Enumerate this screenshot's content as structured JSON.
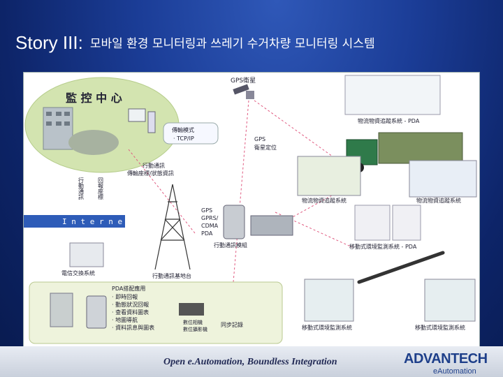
{
  "slide": {
    "title_en": "Story III:",
    "title_ko": "모바일 환경 모니터링과 쓰레기 수거차량 모니터링 시스템"
  },
  "diagram": {
    "monitoring_center": "監 控 中 心",
    "gps_satellite": "GPS衛星",
    "transmission_mode": "傳輸模式",
    "transmission_protocol": "· TCP/IP",
    "gps_positioning_line1": "GPS",
    "gps_positioning_line2": "衛星定位",
    "mobile_comm_line1": "行動通訊",
    "mobile_comm_line2": "傳輸座標/狀態資訊",
    "vertical_left": "行動通訊",
    "vertical_right": "回報座標",
    "internet": "I n t e r n e t",
    "device_line1": "GPS",
    "device_line2": "GPRS/",
    "device_line3": "CDMA",
    "device_line4": "PDA",
    "mobile_onboard": "行動通訊模組",
    "telecom_system": "電信交換系統",
    "base_station": "行動通訊基地台",
    "logistics_pda": "物流物資追蹤系統 - PDA",
    "logistics_a": "物流物資追蹤系統",
    "logistics_b": "物流物資追蹤系統",
    "env_monitor_pda": "移動式環境監測系統 - PDA",
    "env_monitor_a": "移動式環境監測系統",
    "env_monitor_b": "移動式環境監測系統",
    "pda_box_title": "PDA搭配應用",
    "pda_items": [
      "· 即時回報",
      "· 動態狀況回報",
      "· 查看資料圖表",
      "· 地圖導航",
      "· 資料訊息與圖表"
    ],
    "camera_label1": "數位相機",
    "camera_label2": "數位攝影機",
    "sync_label": "同步記錄"
  },
  "footer": {
    "tagline": "Open e.Automation, Boundless Integration",
    "logo": "ADVANTECH",
    "logo_sub": "eAutomation"
  },
  "colors": {
    "background": "#1b3d97",
    "pink_line": "#e05a80",
    "green_ellipse": "#cfe0a8",
    "blue_accent": "#2e5cb8"
  }
}
